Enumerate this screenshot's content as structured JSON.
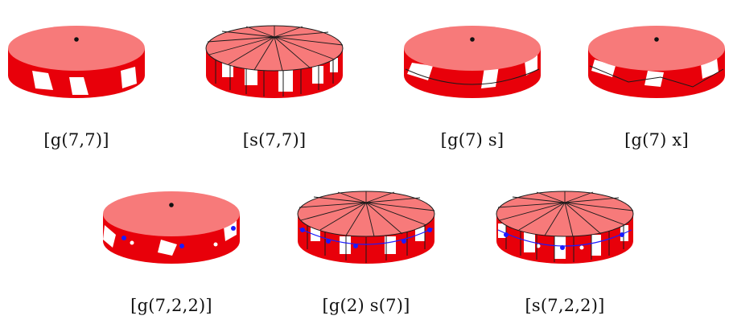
{
  "colors": {
    "top_face": "#f77a7a",
    "side_red": "#e8000a",
    "side_white": "#ffffff",
    "edge_line": "#1a1a1a",
    "node_blue": "#1a1aff"
  },
  "panels": [
    {
      "label": "[g(7,7)]",
      "top": "center-dot",
      "side": "glued-patches",
      "nodes": "none"
    },
    {
      "label": "[s(7,7)]",
      "top": "spokes",
      "side": "stripes",
      "nodes": "none"
    },
    {
      "label": "[g(7) s]",
      "top": "center-dot",
      "side": "glued-band",
      "nodes": "none"
    },
    {
      "label": "[g(7) x]",
      "top": "center-dot",
      "side": "crossed-band",
      "nodes": "none"
    },
    {
      "label": "[g(7,2,2)]",
      "top": "center-dot",
      "side": "glued-patches",
      "nodes": "blue-rim"
    },
    {
      "label": "[g(2) s(7)]",
      "top": "spokes",
      "side": "stripes",
      "nodes": "blue-rim"
    },
    {
      "label": "[s(7,2,2)]",
      "top": "spokes",
      "side": "stripes",
      "nodes": "blue-rim"
    }
  ]
}
